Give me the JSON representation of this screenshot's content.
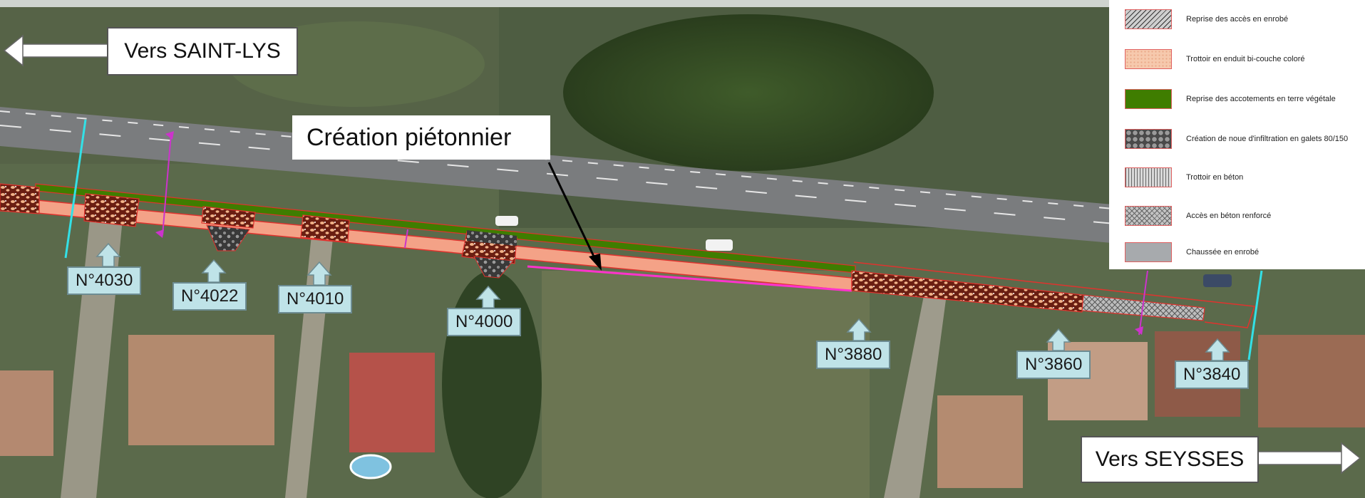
{
  "map": {
    "direction_left": "Vers SAINT-LYS",
    "direction_right": "Vers SEYSSES",
    "callout": "Création piétonnier",
    "house_numbers": [
      "N°4030",
      "N°4022",
      "N°4010",
      "N°4000",
      "N°3880",
      "N°3860",
      "N°3840"
    ]
  },
  "legend": {
    "items": [
      {
        "label": "Reprise des accès en enrobé",
        "pattern": "hatch-enrobe"
      },
      {
        "label": "Trottoir en enduit bi-couche coloré",
        "pattern": "salmon-dots",
        "color": "#f6c9ad"
      },
      {
        "label": "Reprise des accotements en terre végétale",
        "pattern": "solid",
        "color": "#3f7d00"
      },
      {
        "label": "Création de noue d'infiltration en galets 80/150",
        "pattern": "pebbles"
      },
      {
        "label": "Trottoir en béton",
        "pattern": "vertical-lines"
      },
      {
        "label": "Accès en béton renforcé",
        "pattern": "crosshatch"
      },
      {
        "label": "Chaussée en enrobé",
        "pattern": "solid",
        "color": "#a7aaad"
      }
    ]
  },
  "colors": {
    "road": "#7a7c7e",
    "sidewalk": "#f4a287",
    "verge": "#3f7d00",
    "outline": "#e0332e",
    "gully": "#ff33cc",
    "network_cyan": "#33e0e6",
    "network_magenta": "#cc33cc",
    "tag_fill": "#bfe3e8"
  }
}
